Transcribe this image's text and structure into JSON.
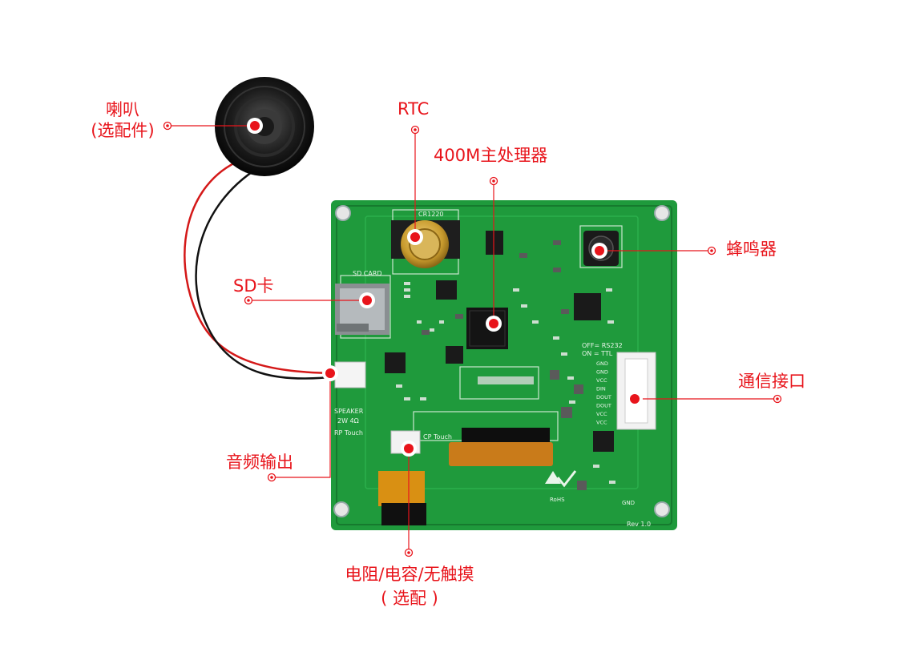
{
  "labels": {
    "speaker_line1": "喇叭",
    "speaker_line2": "(选配件)",
    "rtc": "RTC",
    "cpu": "400M主处理器",
    "buzzer": "蜂鸣器",
    "sd": "SD卡",
    "comm": "通信接口",
    "audio": "音频输出",
    "touch_line1": "电阻/电容/无触摸",
    "touch_line2": "( 选配 )"
  },
  "board": {
    "silkscreen": {
      "coin_cell": "CR1220",
      "sd_card": "SD CARD",
      "speaker": "SPEAKER",
      "speaker_rating": "2W 4Ω",
      "rp_touch": "RP Touch",
      "cp_touch": "CP Touch",
      "uart_mode_1": "OFF= RS232",
      "uart_mode_2": "ON = TTL",
      "rohs": "RoHS",
      "revision": "Rev 1.0",
      "gnd": "GND",
      "pins": [
        "GND",
        "GND",
        "VCC",
        "DIN",
        "DOUT",
        "DOUT",
        "VCC",
        "VCC"
      ]
    }
  },
  "colors": {
    "accent": "#e8141b",
    "pcb": "#1f9a3c",
    "pcb_dark": "#157a2c",
    "silk": "#e9f5ea"
  }
}
